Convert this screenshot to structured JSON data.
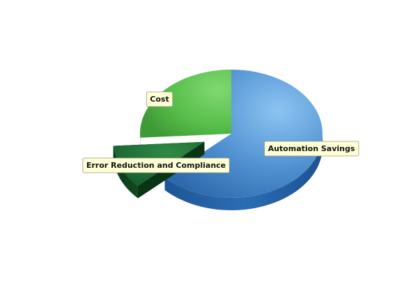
{
  "chart_data": {
    "type": "pie",
    "style": "3d-exploded",
    "title": "",
    "slices": [
      {
        "label": "Automation Savings",
        "value": 63,
        "color": "#4f8fd0",
        "exploded": false
      },
      {
        "label": "Error Reduction and Compliance",
        "value": 11,
        "color": "#1f7a3a",
        "exploded": true
      },
      {
        "label": "Cost",
        "value": 26,
        "color": "#5cc45a",
        "exploded": false
      }
    ],
    "legend": "none",
    "label_style": "callout-boxes"
  }
}
